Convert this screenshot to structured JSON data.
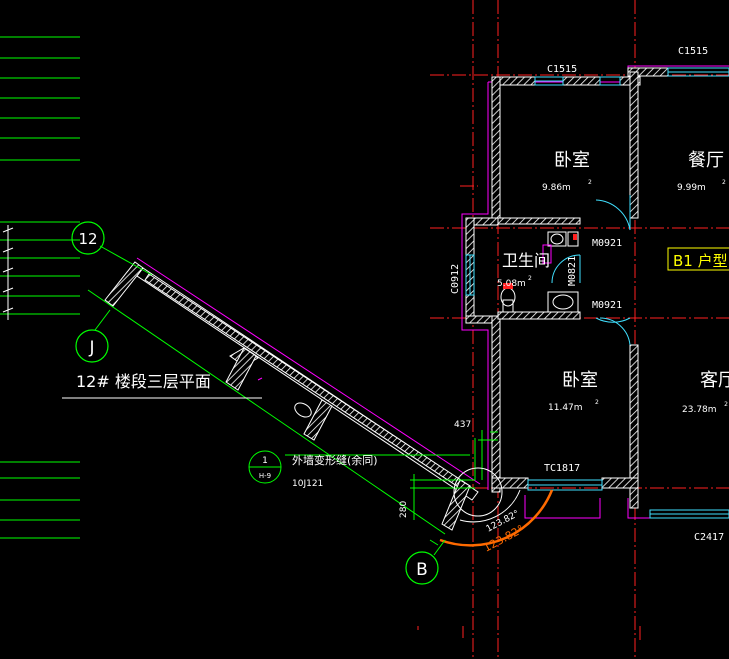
{
  "colors": {
    "background": "#000000",
    "wall_outline": "#ffffff",
    "wall_hatch": "#ffffff",
    "axis_red": "#ff2020",
    "green": "#00ff00",
    "magenta": "#ff00ff",
    "cyan": "#40e0ff",
    "yellow": "#ffff00",
    "orange": "#ff6a00",
    "text": "#ffffff"
  },
  "rooms": {
    "bedroom_top": {
      "name": "卧室",
      "area": "9.86m",
      "sup": "2"
    },
    "dining": {
      "name": "餐厅",
      "area": "9.99m",
      "sup": "2"
    },
    "bathroom": {
      "name": "卫生间",
      "area": "5.08m",
      "sup": "2"
    },
    "bedroom_bottom": {
      "name": "卧室",
      "area": "11.47m",
      "sup": "2"
    },
    "living": {
      "name": "客厅",
      "area": "23.78m",
      "sup": "2"
    }
  },
  "openings": {
    "win_c1515_a": "C1515",
    "win_c1515_b": "C1515",
    "win_c0912": "C0912",
    "door_m0921_a": "M0921",
    "door_m0921_b": "M0921",
    "door_m0821": "M0821",
    "win_tc1817": "TC1817",
    "win_c2417": "C2417"
  },
  "unit_tag": "B1 户型",
  "axes": {
    "axis_12": "12",
    "axis_j": "J",
    "axis_b": "B"
  },
  "stair_title": "12# 楼段三层平面",
  "detail": {
    "top": "1",
    "bottom": "H-9",
    "note": "外墙变形缝(余同)",
    "ref": "10J121"
  },
  "dims": {
    "d437": "437",
    "d280": "280",
    "angle_a": "123.82°",
    "angle_b": "123.82°"
  }
}
